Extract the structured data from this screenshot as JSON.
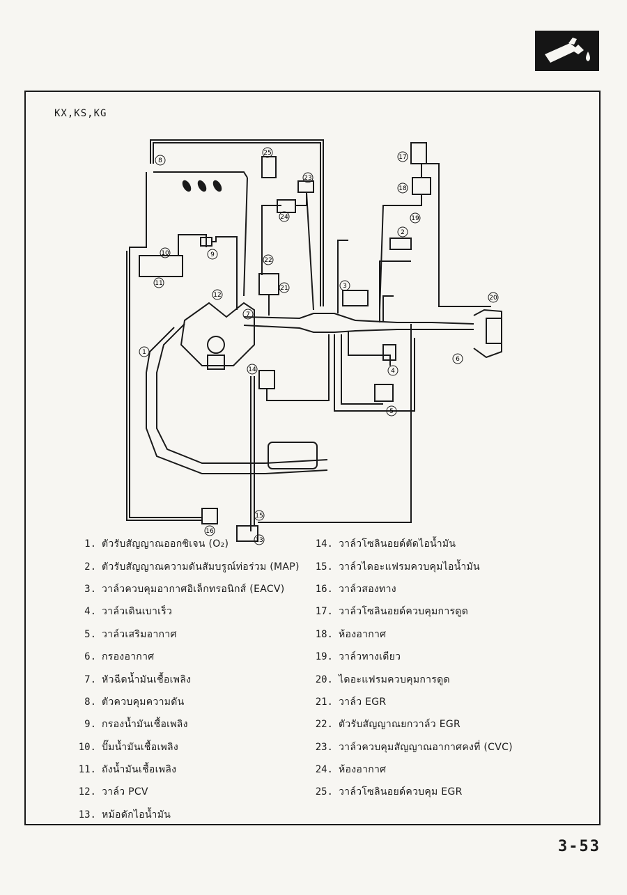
{
  "header": {
    "section_icon": "fuel-nozzle-icon",
    "models": "KX,KS,KG"
  },
  "legend": {
    "left": [
      {
        "num": "1.",
        "text": "ตัวรับสัญญาณออกซิเจน (O₂)"
      },
      {
        "num": "2.",
        "text": "ตัวรับสัญญาณความดันสัมบรูณ์ท่อร่วม (MAP)"
      },
      {
        "num": "3.",
        "text": "วาล์วควบคุมอากาศอิเล็กทรอนิกส์ (EACV)"
      },
      {
        "num": "4.",
        "text": "วาล์วเดินเบาเร็ว"
      },
      {
        "num": "5.",
        "text": "วาล์วเสริมอากาศ"
      },
      {
        "num": "6.",
        "text": "กรองอากาศ"
      },
      {
        "num": "7.",
        "text": "หัวฉีดน้ำมันเชื้อเพลิง"
      },
      {
        "num": "8.",
        "text": "ตัวควบคุมความดัน"
      },
      {
        "num": "9.",
        "text": "กรองน้ำมันเชื้อเพลิง"
      },
      {
        "num": "10.",
        "text": "ปั๊มน้ำมันเชื้อเพลิง"
      },
      {
        "num": "11.",
        "text": "ถังน้ำมันเชื้อเพลิง"
      },
      {
        "num": "12.",
        "text": "วาล์ว PCV"
      },
      {
        "num": "13.",
        "text": "หม้อดักไอน้ำมัน"
      }
    ],
    "right": [
      {
        "num": "14.",
        "text": "วาล์วโซลินอยด์ตัดไอน้ำมัน"
      },
      {
        "num": "15.",
        "text": "วาล์วไดอะแฟรมควบคุมไอน้ำมัน"
      },
      {
        "num": "16.",
        "text": "วาล์วสองทาง"
      },
      {
        "num": "17.",
        "text": "วาล์วโซลินอยด์ควบคุมการดูด"
      },
      {
        "num": "18.",
        "text": "ห้องอากาศ"
      },
      {
        "num": "19.",
        "text": "วาล์วทางเดียว"
      },
      {
        "num": "20.",
        "text": "ไดอะแฟรมควบคุมการดูด"
      },
      {
        "num": "21.",
        "text": "วาล์ว EGR"
      },
      {
        "num": "22.",
        "text": "ตัวรับสัญญาณยกวาล์ว EGR"
      },
      {
        "num": "23.",
        "text": "วาล์วควบคุมสัญญาณอากาศคงที่ (CVC)"
      },
      {
        "num": "24.",
        "text": "ห้องอากาศ"
      },
      {
        "num": "25.",
        "text": "วาล์วโซลินอยด์ควบคุม EGR"
      }
    ]
  },
  "callouts": [
    "1",
    "2",
    "3",
    "4",
    "5",
    "6",
    "7",
    "8",
    "9",
    "10",
    "11",
    "12",
    "13",
    "14",
    "15",
    "16",
    "17",
    "18",
    "19",
    "20",
    "21",
    "22",
    "23",
    "24",
    "25"
  ],
  "page_number": "3-53"
}
